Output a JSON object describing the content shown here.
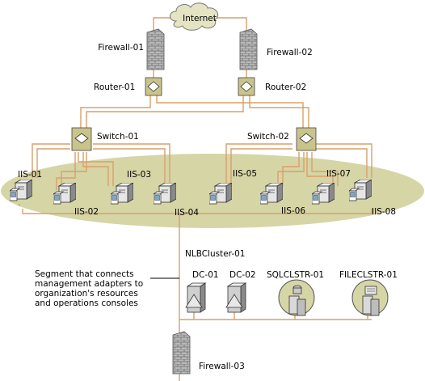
{
  "labels": {
    "internet": "Internet",
    "firewall_01": "Firewall-01",
    "firewall_02": "Firewall-02",
    "firewall_03": "Firewall-03",
    "router_01": "Router-01",
    "router_02": "Router-02",
    "switch_01": "Switch-01",
    "switch_02": "Switch-02",
    "iis_01": "IIS-01",
    "iis_02": "IIS-02",
    "iis_03": "IIS-03",
    "iis_04": "IIS-04",
    "iis_05": "IIS-05",
    "iis_06": "IIS-06",
    "iis_07": "IIS-07",
    "iis_08": "IIS-08",
    "nlb_cluster": "NLBCluster-01",
    "dc_01": "DC-01",
    "dc_02": "DC-02",
    "sqlclstr": "SQLCLSTR-01",
    "fileclstr": "FILECLSTR-01"
  },
  "annotation": {
    "line1": "Segment that connects",
    "line2": "management adapters to",
    "line3": "organization's resources",
    "line4": "and operations consoles"
  },
  "colors": {
    "cluster_fill": "#d6d5a6",
    "cable": "#d9a06a",
    "firewall_brick": "#a9a9a9",
    "device_body": "#d9d9d9",
    "cloud_fill": "#e4e4c2"
  },
  "icons": [
    "cloud-icon",
    "firewall-icon",
    "router-icon",
    "switch-icon",
    "server-icon",
    "domain-controller-icon",
    "cluster-server-icon"
  ]
}
